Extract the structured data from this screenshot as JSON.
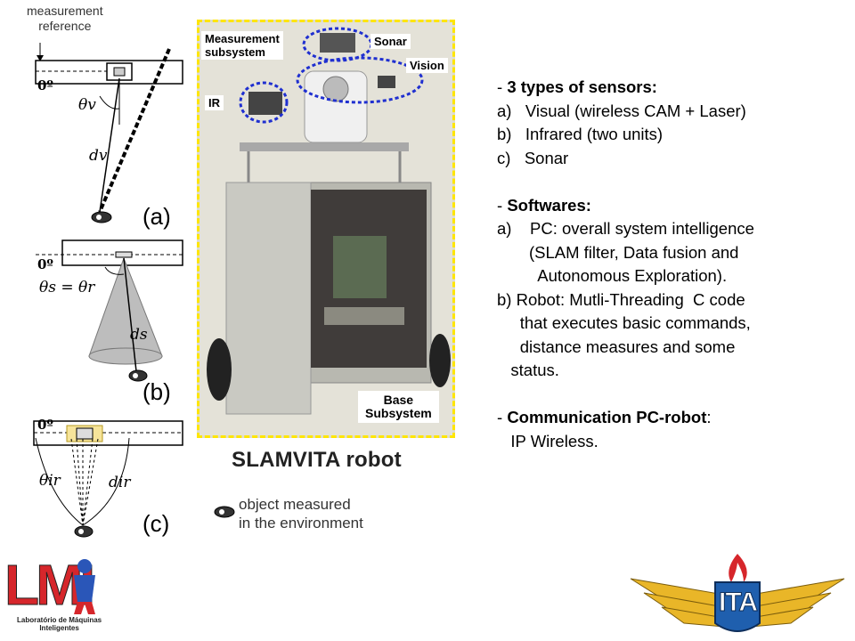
{
  "diagram": {
    "measurement_reference": "measurement\nreference",
    "zero_deg": "0º",
    "panel_a": "(a)",
    "panel_b": "(b)",
    "panel_c": "(c)",
    "theta_v": "θv",
    "d_v": "dv",
    "theta_s_eq": "θs = θr",
    "d_s": "ds",
    "theta_ir": "θir",
    "d_ir": "dir",
    "object_legend": "object measured\nin the environment"
  },
  "photo": {
    "measurement_subsystem": "Measurement\nsubsystem",
    "sonar": "Sonar",
    "vision": "Vision",
    "ir": "IR",
    "base_subsystem": "Base\nSubsystem"
  },
  "robot_title": "SLAMVITA robot",
  "notes": {
    "sensors_prefix": "- ",
    "sensors_head": "3 types of sensors:",
    "sensor_a": "a)   Visual (wireless CAM + Laser)",
    "sensor_b": "b)   Infrared (two units)",
    "sensor_c": "c)   Sonar",
    "software_prefix": "- ",
    "software_head": "Softwares:",
    "sw_a1": "a)    PC: overall system intelligence",
    "sw_a2": "       (SLAM filter, Data fusion and",
    "sw_a3": "         Autonomous Exploration).",
    "sw_b1": "b) Robot: Mutli-Threading  C code",
    "sw_b2": "     that executes basic commands,",
    "sw_b3": "     distance measures and some",
    "sw_b4": "   status.",
    "comm_prefix": "- ",
    "comm_head": "Communication PC-robot",
    "comm_colon": ":",
    "comm_value": "   IP Wireless."
  },
  "logos": {
    "lmi_main": "LMI",
    "lmi_sub": "Laboratório de Máquinas\nInteligentes",
    "ita": "ITA"
  },
  "colors": {
    "callout_blue": "#1f2fd0",
    "frame_yellow": "#ffe600",
    "lmi_red": "#d6262b",
    "ita_gold": "#e9b628",
    "ita_blue": "#1f5fae"
  }
}
